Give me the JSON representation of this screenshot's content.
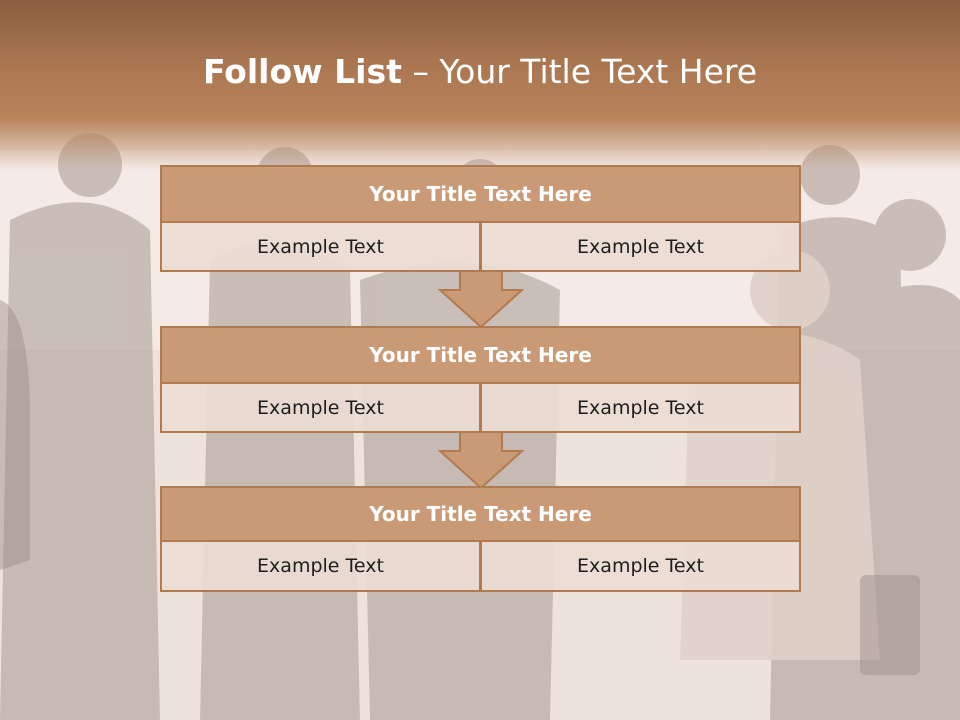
{
  "title": {
    "bold": "Follow List",
    "dash": "–",
    "rest": "Your Title Text Here"
  },
  "blocks": [
    {
      "heading": "Your Title Text Here",
      "left": "Example Text",
      "right": "Example Text"
    },
    {
      "heading": "Your Title Text Here",
      "left": "Example Text",
      "right": "Example Text"
    },
    {
      "heading": "Your Title Text Here",
      "left": "Example Text",
      "right": "Example Text"
    }
  ],
  "colors": {
    "header_brown": "#a87550",
    "block_fill": "#c99a75",
    "block_border": "#b27a4f",
    "cell_fill": "#ecdcd4"
  },
  "icons": [
    "down-arrow-icon",
    "down-arrow-icon"
  ]
}
